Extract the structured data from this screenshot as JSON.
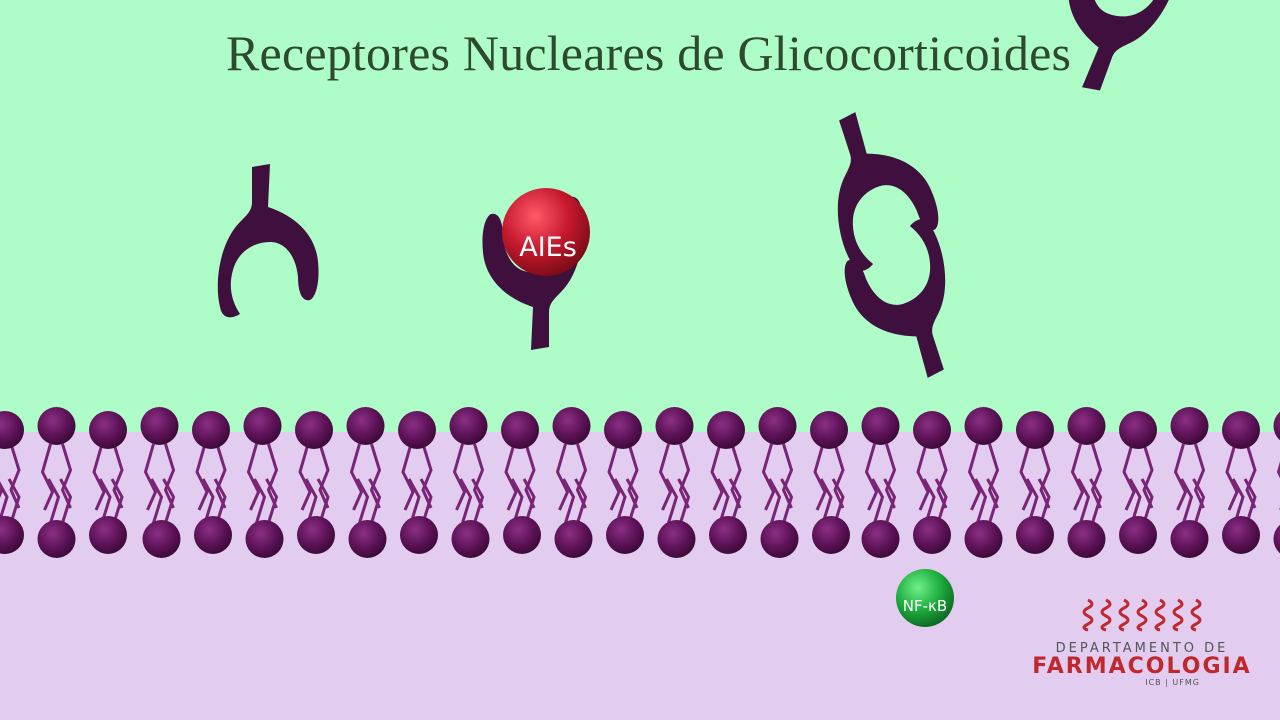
{
  "title": "Receptores Nucleares de Glicocorticoides",
  "colors": {
    "cytoplasm": "#aefcc8",
    "nucleus": "#e2ccf0",
    "receptor": "#3f0f3d",
    "lipid_head": "#5e1358",
    "lipid_tail": "#7a2475",
    "aies_ball": "#c5192d",
    "nfkb_ball": "#1fae3f",
    "logo_red": "#c0282d"
  },
  "labels": {
    "aies": "AIEs",
    "nfkb": "NF-κB"
  },
  "logo": {
    "line1": "DEPARTAMENTO DE",
    "line2": "FARMACOLOGIA",
    "line3": "ICB | UFMG"
  }
}
